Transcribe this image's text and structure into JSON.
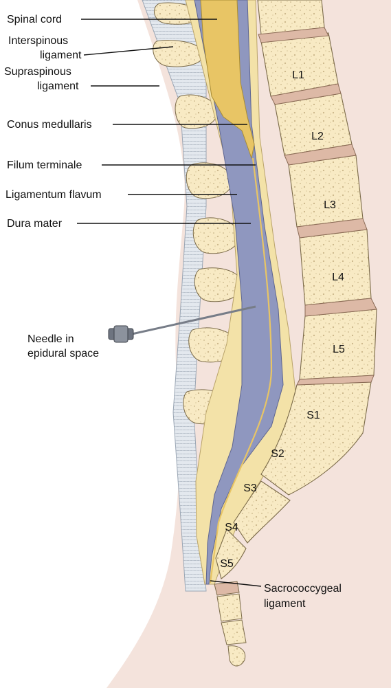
{
  "labels": {
    "spinal_cord": "Spinal cord",
    "interspinous_line1": "Interspinous",
    "interspinous_line2": "ligament",
    "supraspinous_line1": "Supraspinous",
    "supraspinous_line2": "ligament",
    "conus_medullaris": "Conus medullaris",
    "filum_terminale": "Filum terminale",
    "ligamentum_flavum": "Ligamentum flavum",
    "dura_mater": "Dura mater",
    "needle_line1": "Needle in",
    "needle_line2": "epidural space",
    "sacrococcygeal_line1": "Sacrococcygeal",
    "sacrococcygeal_line2": "ligament"
  },
  "vertebrae": {
    "l1": "L1",
    "l2": "L2",
    "l3": "L3",
    "l4": "L4",
    "l5": "L5",
    "s1": "S1",
    "s2": "S2",
    "s3": "S3",
    "s4": "S4",
    "s5": "S5"
  },
  "colors": {
    "skin": "#f4e3dc",
    "bone": "#f8eac4",
    "bone_dots": "#c9b588",
    "disc": "#ddb9a6",
    "ligament": "#dde3ea",
    "dura": "#8f97bf",
    "cord": "#e8c565",
    "epidural": "#f3e2a8"
  }
}
